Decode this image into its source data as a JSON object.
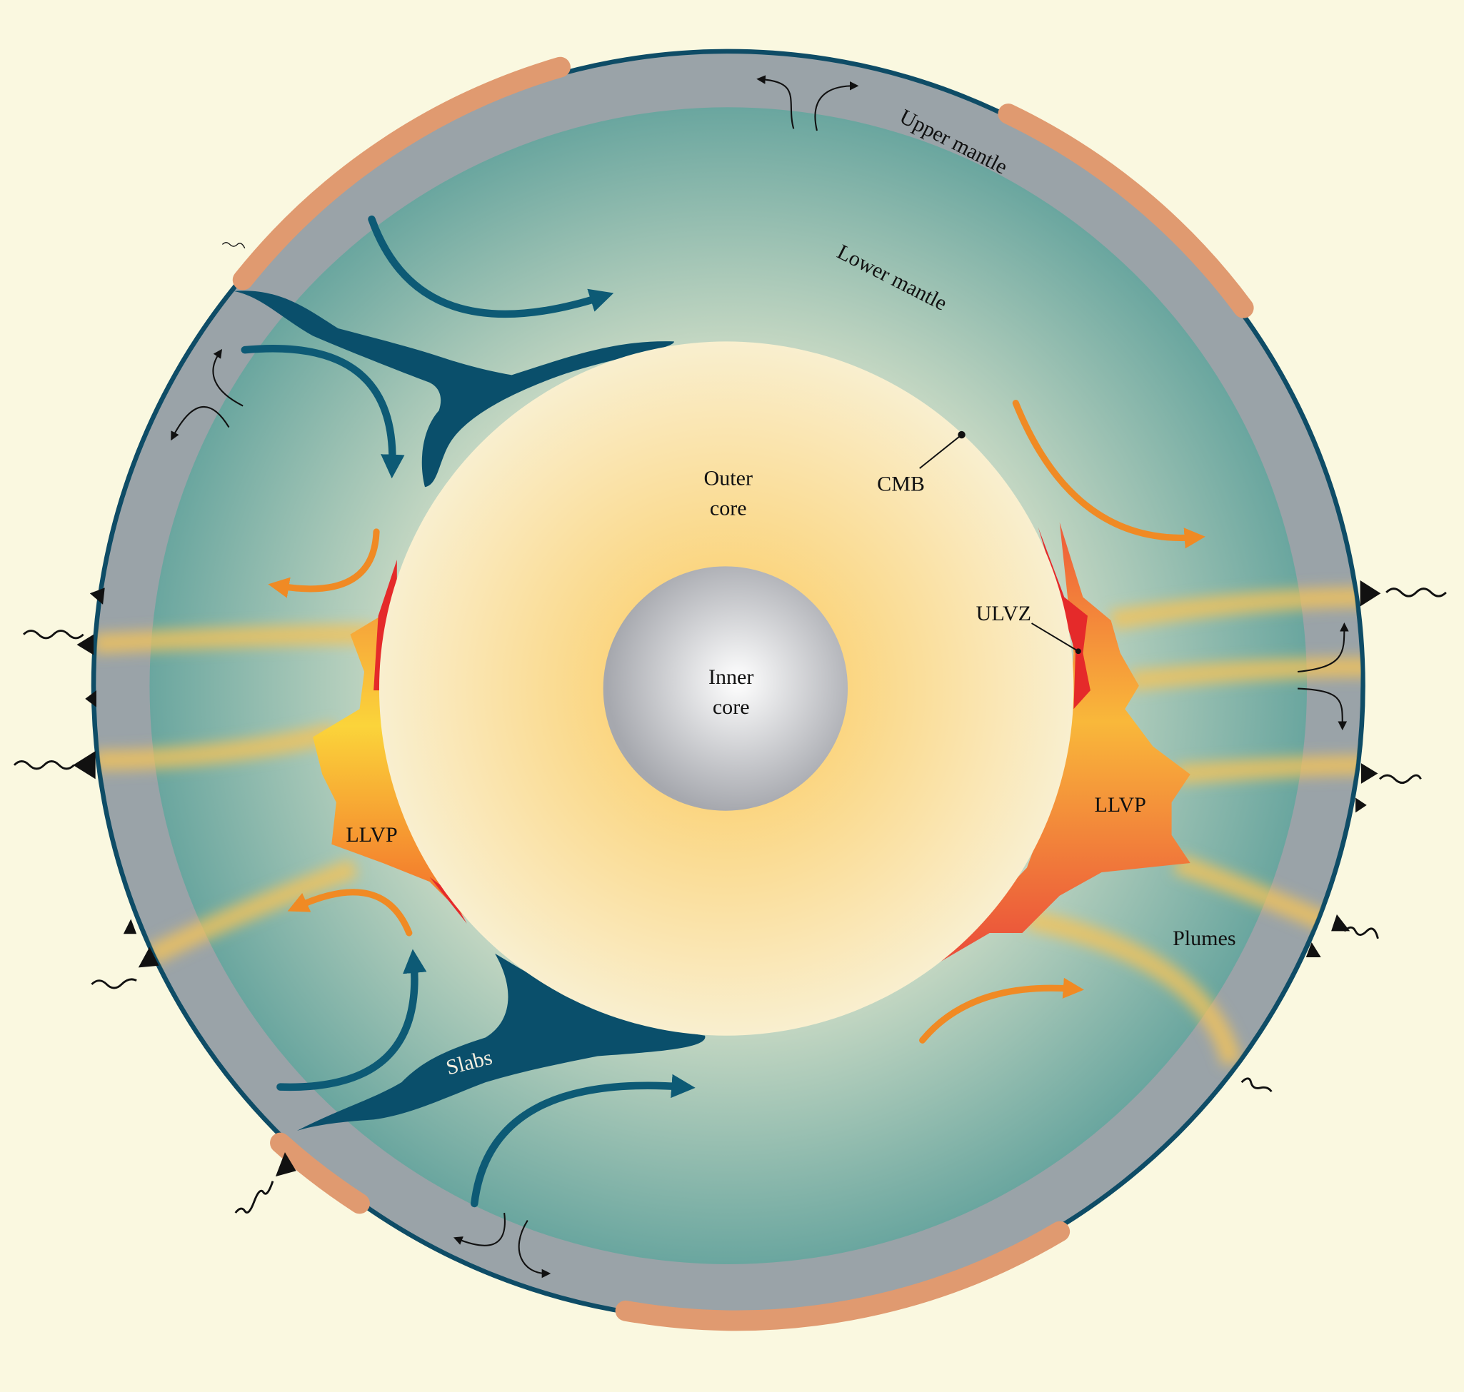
{
  "title": "Earth interior cross-section",
  "labels": {
    "upper_mantle": "Upper mantle",
    "lower_mantle": "Lower mantle",
    "cmb": "CMB",
    "outer_core_1": "Outer",
    "outer_core_2": "core",
    "inner_core_1": "Inner",
    "inner_core_2": "core",
    "ulvz": "ULVZ",
    "llvp_left": "LLVP",
    "llvp_right": "LLVP",
    "plumes": "Plumes",
    "slabs": "Slabs"
  },
  "colors": {
    "background": "#faf8e0",
    "slab": "#0a4f6b",
    "blue_arrow": "#0d5a75",
    "orange_arrow": "#f08a24",
    "crust": "#e09a70",
    "upper_mantle": "#9aa3a8"
  }
}
